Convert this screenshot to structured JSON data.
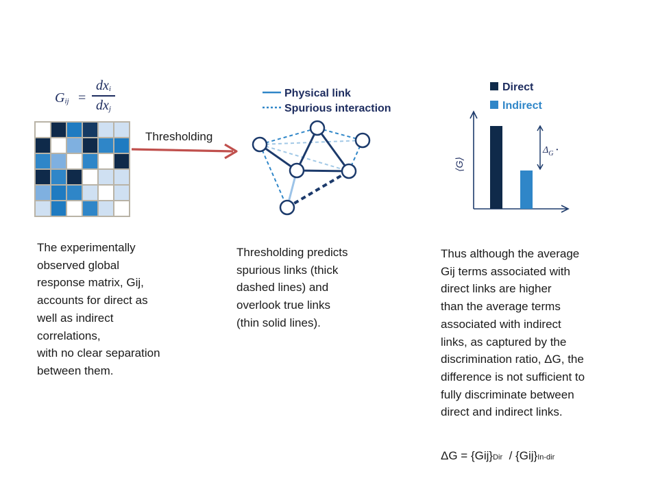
{
  "matrix_panel": {
    "formula_lhs": "G",
    "formula_lhs_sub": "ij",
    "formula_eq": "=",
    "formula_num": "dx",
    "formula_num_sub": "i",
    "formula_den": "dx",
    "formula_den_sub": "j",
    "grid": [
      [
        "#ffffff",
        "#0f2a4a",
        "#1f7bc1",
        "#153a63",
        "#cfe0f2",
        "#cfe0f2"
      ],
      [
        "#0f2a4a",
        "#ffffff",
        "#7fb0e0",
        "#0f2a4a",
        "#2f86c8",
        "#1f7bc1"
      ],
      [
        "#2f86c8",
        "#7fb0e0",
        "#ffffff",
        "#2f86c8",
        "#ffffff",
        "#0f2a4a"
      ],
      [
        "#0f2a4a",
        "#2f86c8",
        "#0f2a4a",
        "#ffffff",
        "#cfe0f2",
        "#cfe0f2"
      ],
      [
        "#7fb0e0",
        "#1f7bc1",
        "#2f86c8",
        "#cfe0f2",
        "#ffffff",
        "#cfe0f2"
      ],
      [
        "#cfe0f2",
        "#1f7bc1",
        "#ffffff",
        "#2f86c8",
        "#cfe0f2",
        "#ffffff"
      ]
    ],
    "caption": "The experimentally\nobserved global\nresponse matrix, Gij,\naccounts for direct as\nwell as indirect\ncorrelations,\nwith no clear separation\nbetween them."
  },
  "arrow": {
    "label": "Thresholding",
    "color": "#c0504d"
  },
  "network_panel": {
    "legend": [
      {
        "label": "Physical link",
        "style": "solid"
      },
      {
        "label": "Spurious interaction",
        "style": "dashed"
      }
    ],
    "caption": "Thresholding  predicts\nspurious links (thick\ndashed lines) and\noverlook true links\n(thin solid lines)."
  },
  "bar_panel": {
    "legend": [
      {
        "label": "Direct",
        "color": "#0f2a4a"
      },
      {
        "label": "Indirect",
        "color": "#2f86c8"
      }
    ],
    "ylabel": "⟨G⟩",
    "delta_label": "Δ",
    "delta_sub": "G",
    "delta_suffix": " ·",
    "caption": "Thus although the average\nGij terms associated with\ndirect links are higher\nthan the average terms\nassociated with indirect\nlinks, as captured by the\ndiscrimination ratio, ΔG, the\ndifference is not sufficient to\nfully discriminate between\ndirect and indirect links."
  },
  "equation": {
    "lhs": "ΔG = {Gij}",
    "sub1": "Dir",
    "mid": "  / {Gij}",
    "sub2": "In-dir"
  },
  "colors": {
    "dark_blue": "#0f2a4a",
    "mid_blue": "#2f86c8",
    "light_blue": "#cfe0f2",
    "navy_text": "#1c2b5e",
    "arrow_red": "#c0504d"
  }
}
